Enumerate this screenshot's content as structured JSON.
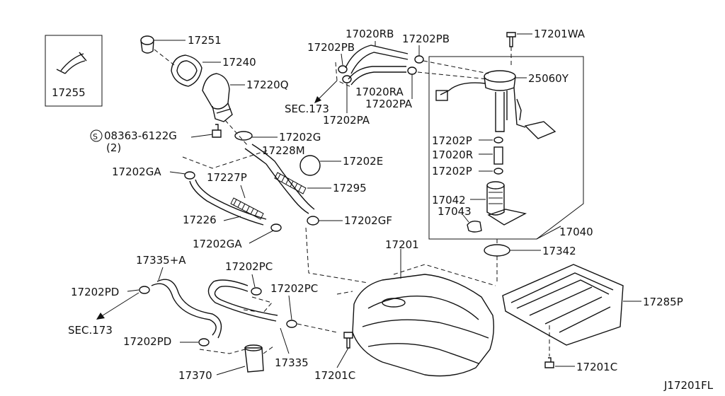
{
  "diagram_id": "J17201FL",
  "labels": {
    "p17251": "17251",
    "p17240": "17240",
    "p17220q": "17220Q",
    "p17255": "17255",
    "p08363": "08363-6122G",
    "p08363_qty": "(2)",
    "p17202g": "17202G",
    "p17228m": "17228M",
    "p17202e": "17202E",
    "p17202ga_top": "17202GA",
    "p17227p": "17227P",
    "p17295": "17295",
    "p17226": "17226",
    "p17202gf": "17202GF",
    "p17202ga_bot": "17202GA",
    "p17020rb": "17020RB",
    "p17202pb_left": "17202PB",
    "p17202pb_right": "17202PB",
    "sec173_top": "SEC.173",
    "p17020ra": "17020RA",
    "p17202pa_right": "17202PA",
    "p17202pa_left": "17202PA",
    "p17201wa": "17201WA",
    "p25060y": "25060Y",
    "p17202p_a": "17202P",
    "p17020r": "17020R",
    "p17202p_b": "17202P",
    "p17042": "17042",
    "p17043": "17043",
    "p17040": "17040",
    "p17342": "17342",
    "p17201": "17201",
    "p17285p": "17285P",
    "p17335a": "17335+A",
    "p17202pc_top": "17202PC",
    "p17202pc_mid": "17202PC",
    "p17202pd_top": "17202PD",
    "sec173_bot": "SEC.173",
    "p17202pd_bot": "17202PD",
    "p17370": "17370",
    "p17335": "17335",
    "p17201c_left": "17201C",
    "p17201c_right": "17201C"
  }
}
